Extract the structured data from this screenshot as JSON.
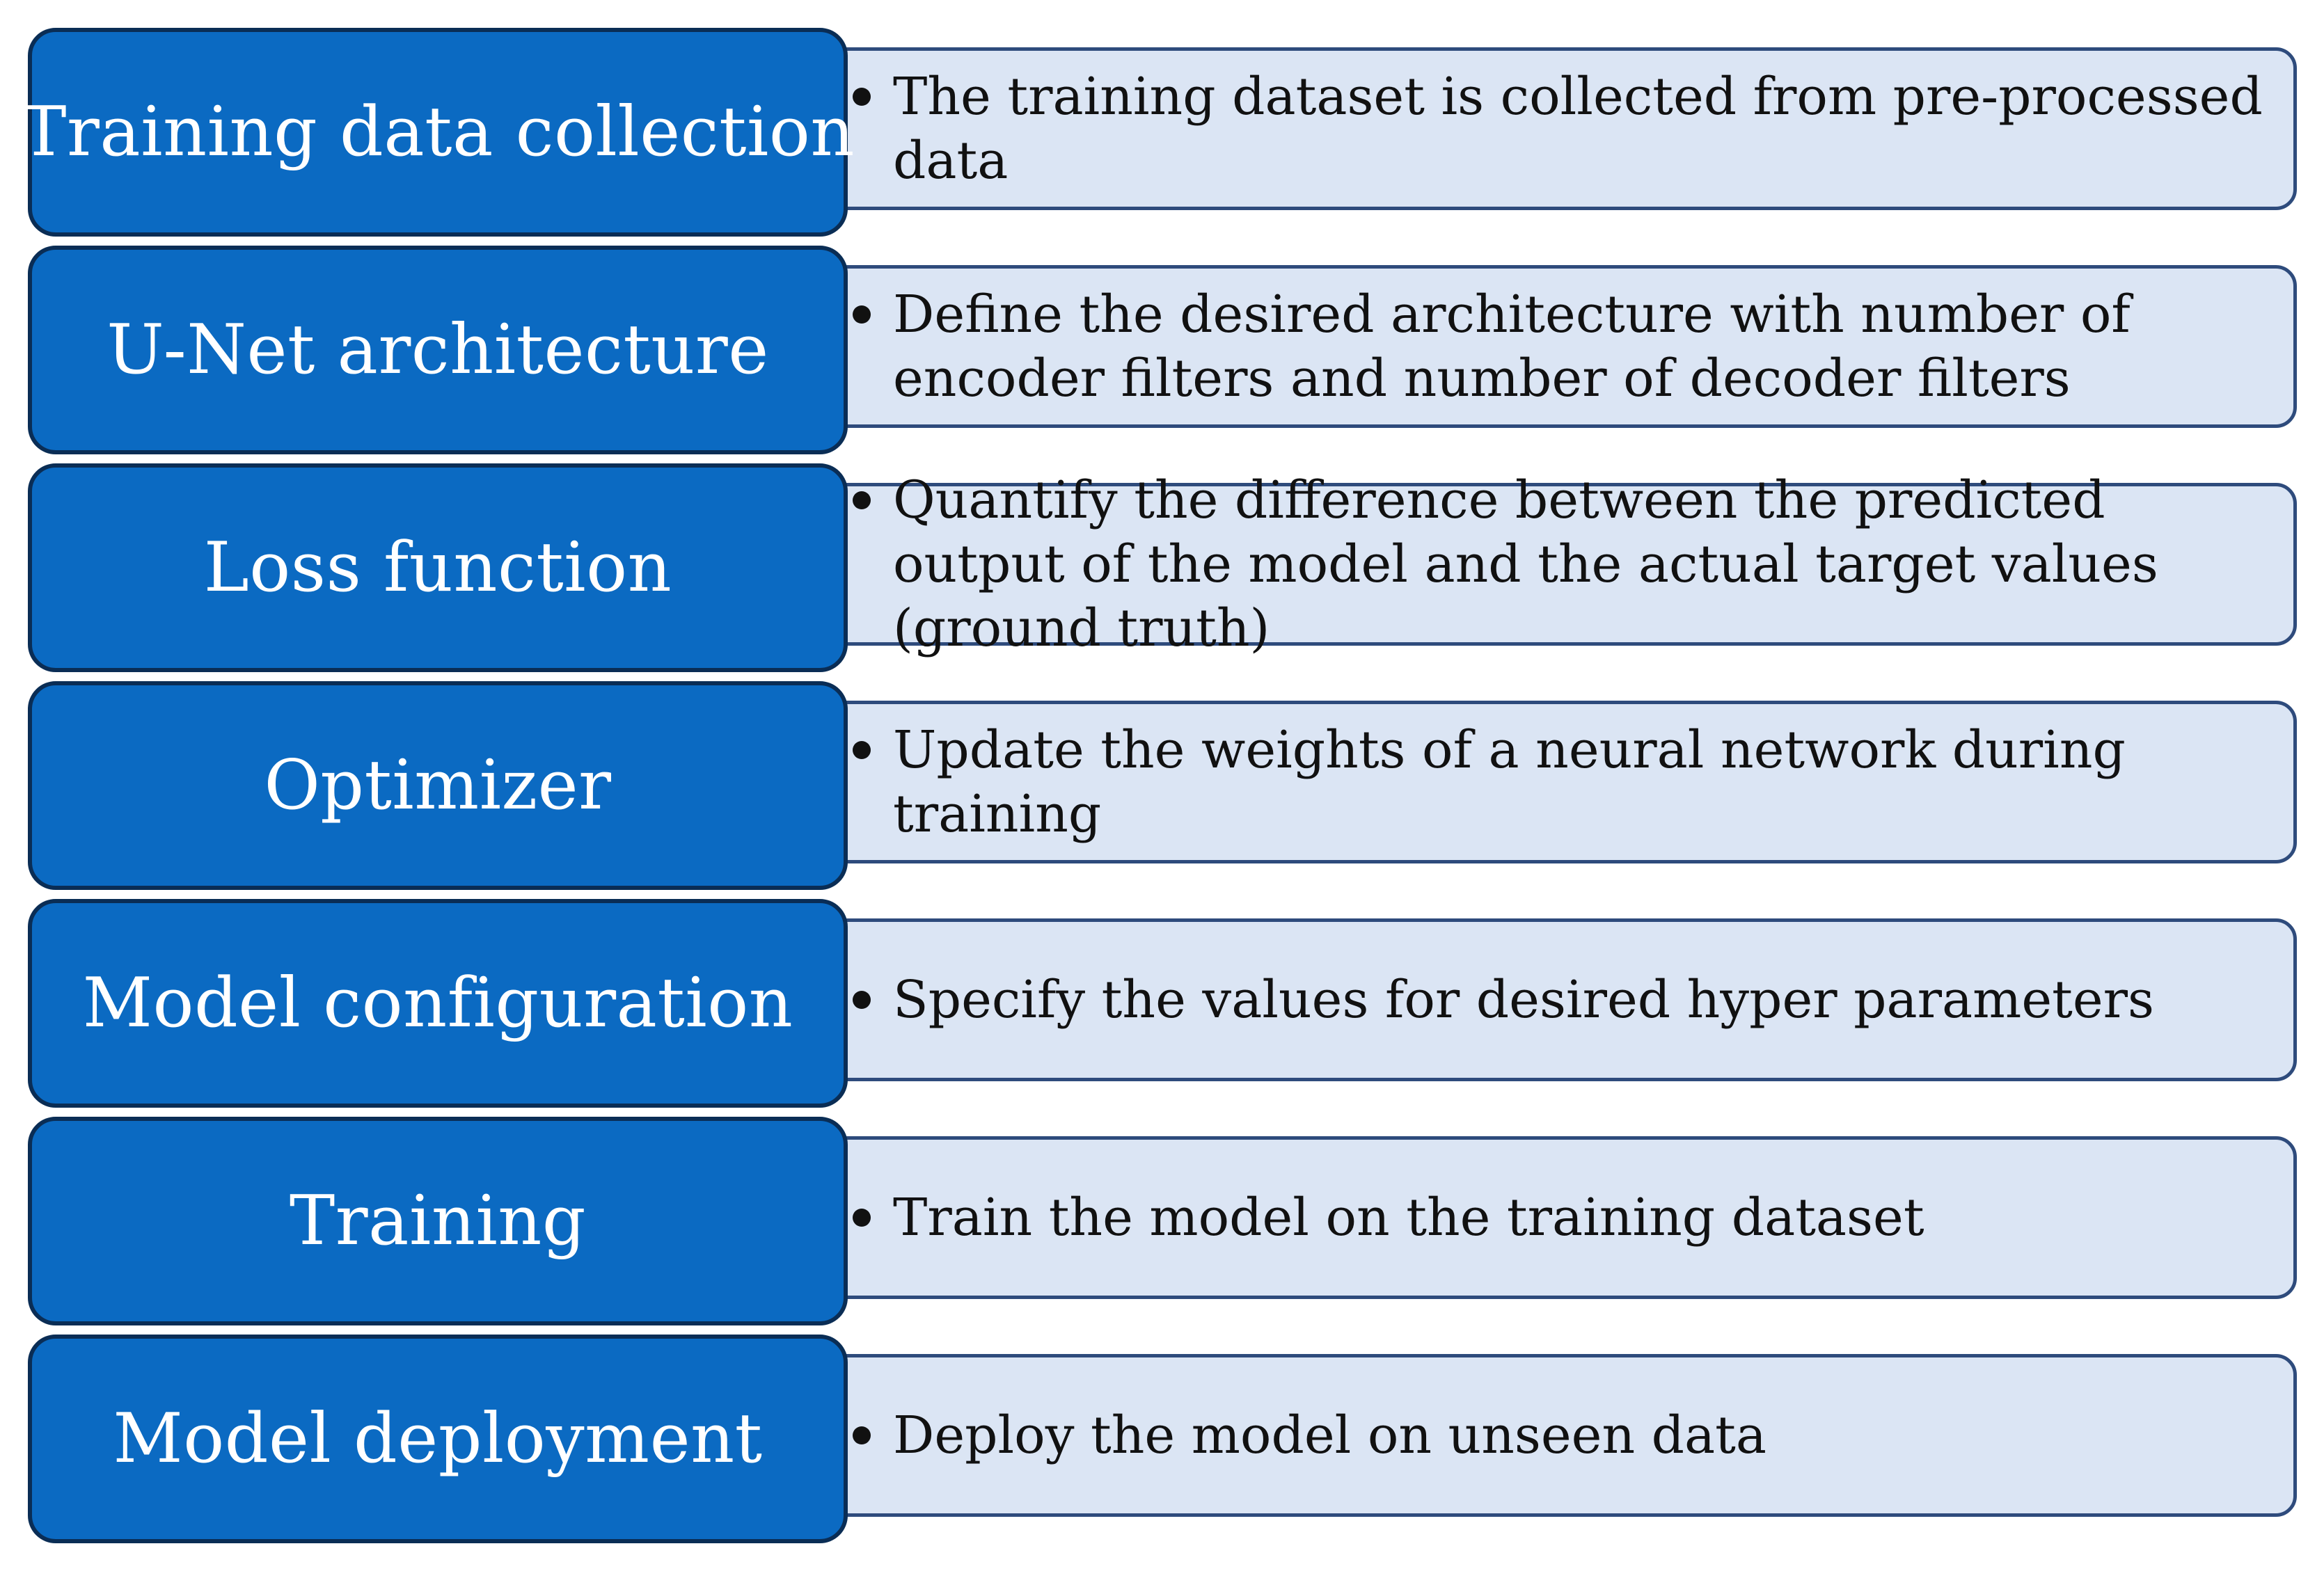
{
  "steps": [
    {
      "title": "Training data collection",
      "description": "The training dataset is collected from pre-processed data"
    },
    {
      "title": "U-Net architecture",
      "description": "Define the desired architecture with number of encoder filters and number of decoder filters"
    },
    {
      "title": "Loss function",
      "description": "Quantify the difference between the predicted output of the model and the actual target values (ground truth)"
    },
    {
      "title": "Optimizer",
      "description": "Update the weights of a neural network during training"
    },
    {
      "title": "Model configuration",
      "description": "Specify the values for desired hyper parameters"
    },
    {
      "title": "Training",
      "description": "Train the model on the training dataset"
    },
    {
      "title": "Model deployment",
      "description": "Deploy the model on unseen data"
    }
  ],
  "colors": {
    "step_fill": "#0b6ac2",
    "step_border": "#0a2d55",
    "desc_fill": "#dbe5f4",
    "desc_border": "#2e4b7c"
  }
}
